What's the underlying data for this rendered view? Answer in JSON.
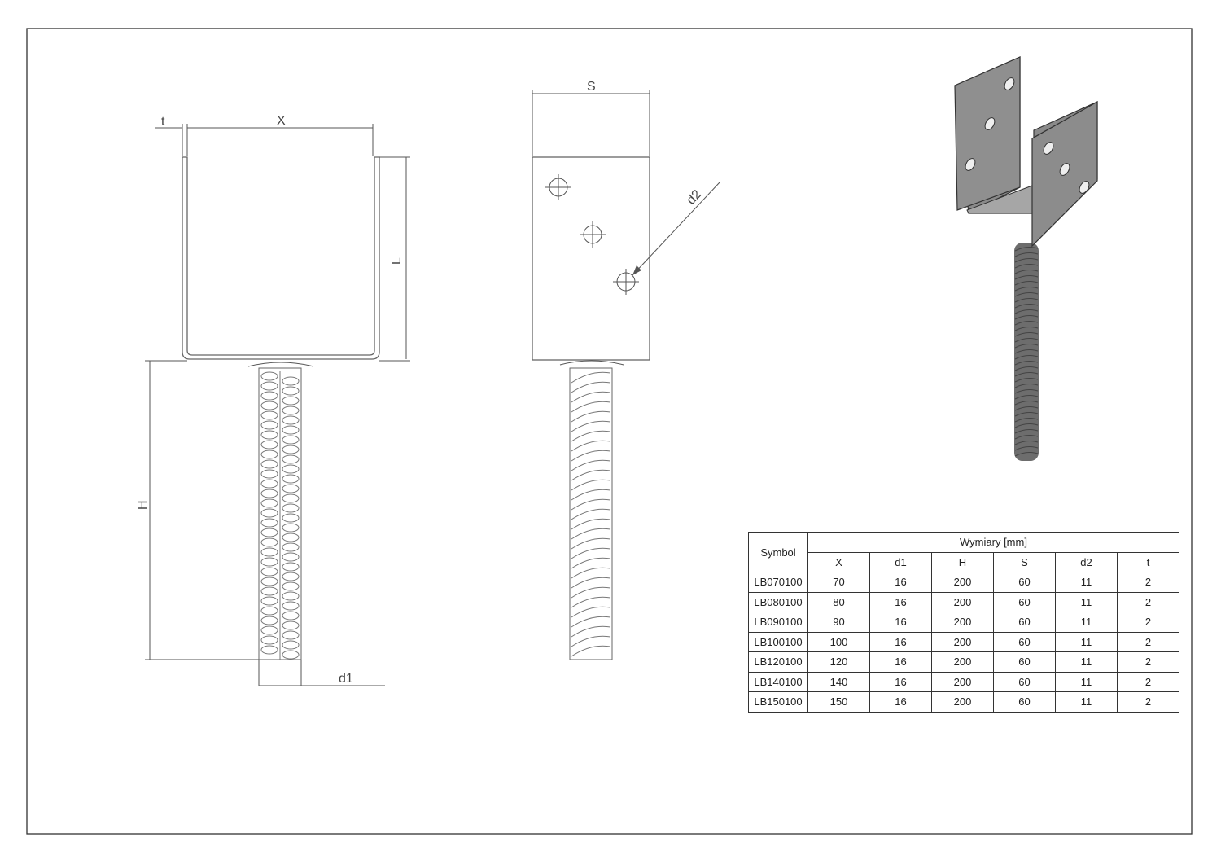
{
  "labels": {
    "t": "t",
    "X": "X",
    "L": "L",
    "H": "H",
    "d1": "d1",
    "S": "S",
    "d2": "d2"
  },
  "table": {
    "symbol_header": "Symbol",
    "group_header": "Wymiary  [mm]",
    "columns": [
      "X",
      "d1",
      "H",
      "S",
      "d2",
      "t"
    ],
    "rows": [
      [
        "LB070100",
        "70",
        "16",
        "200",
        "60",
        "11",
        "2"
      ],
      [
        "LB080100",
        "80",
        "16",
        "200",
        "60",
        "11",
        "2"
      ],
      [
        "LB090100",
        "90",
        "16",
        "200",
        "60",
        "11",
        "2"
      ],
      [
        "LB100100",
        "100",
        "16",
        "200",
        "60",
        "11",
        "2"
      ],
      [
        "LB120100",
        "120",
        "16",
        "200",
        "60",
        "11",
        "2"
      ],
      [
        "LB140100",
        "140",
        "16",
        "200",
        "60",
        "11",
        "2"
      ],
      [
        "LB150100",
        "150",
        "16",
        "200",
        "60",
        "11",
        "2"
      ]
    ]
  },
  "colors": {
    "frame": "#333333",
    "metal": "#8a8a8a",
    "metal_dark": "#5e5e5e"
  }
}
